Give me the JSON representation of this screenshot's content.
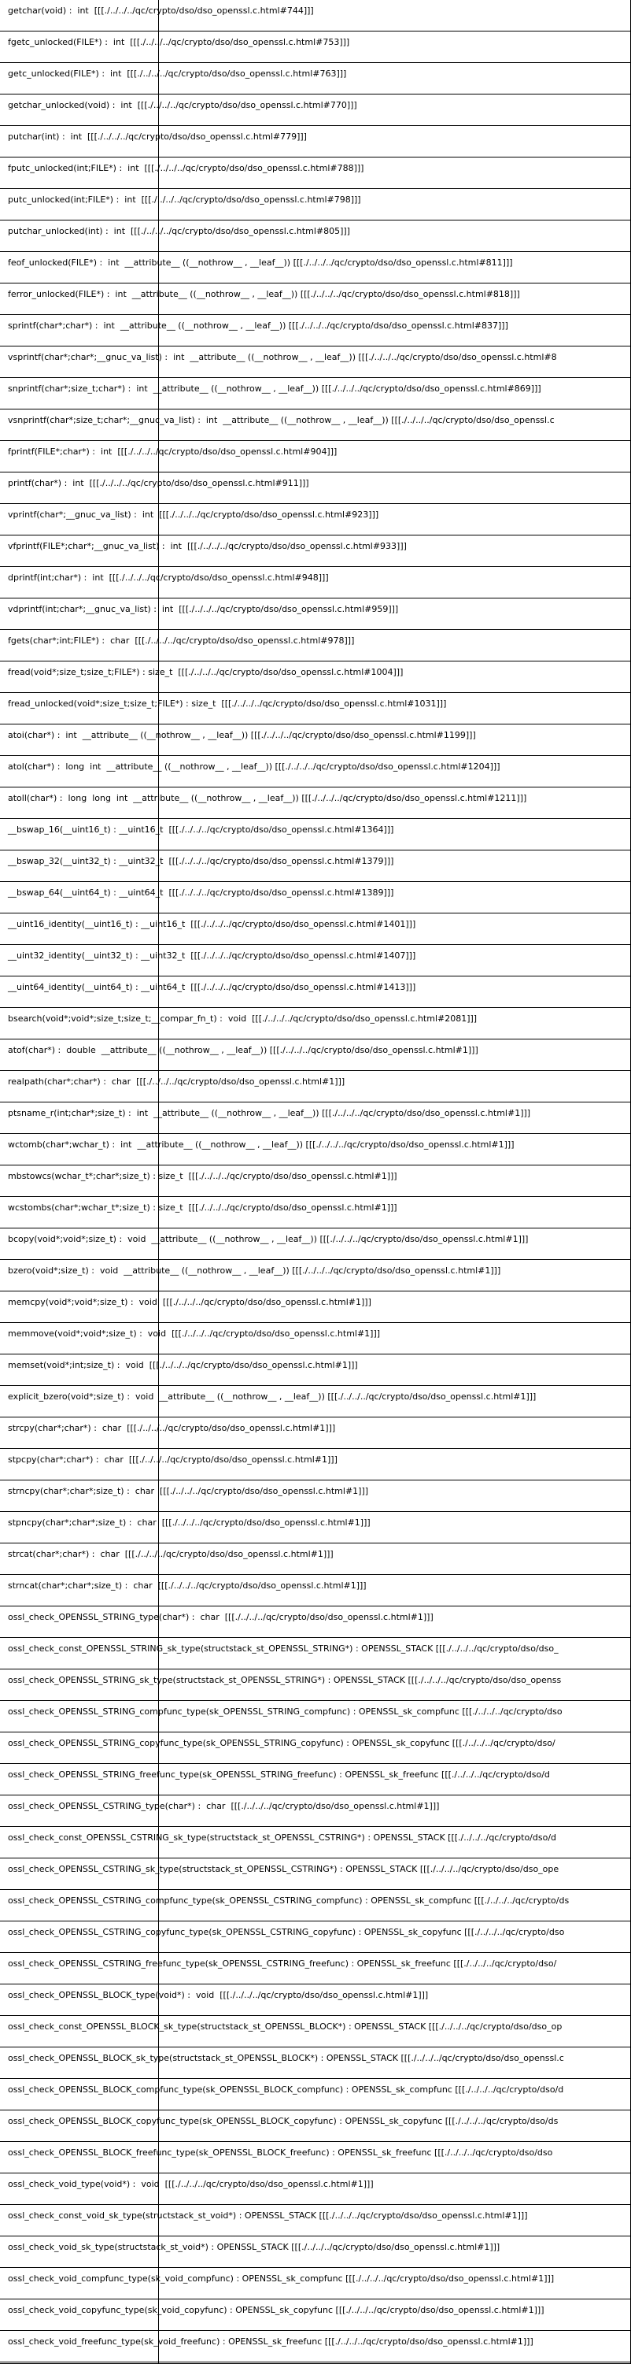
{
  "entries": [
    "getchar(void) :  int  [[[./../../../qc/crypto/dso/dso_openssl.c.html#744]]]",
    "fgetc_unlocked(FILE*) :  int  [[[./../../../qc/crypto/dso/dso_openssl.c.html#753]]]",
    "getc_unlocked(FILE*) :  int  [[[./../../../qc/crypto/dso/dso_openssl.c.html#763]]]",
    "getchar_unlocked(void) :  int  [[[./../../../qc/crypto/dso/dso_openssl.c.html#770]]]",
    "putchar(int) :  int  [[[./../../../qc/crypto/dso/dso_openssl.c.html#779]]]",
    "fputc_unlocked(int;FILE*) :  int  [[[./../../../qc/crypto/dso/dso_openssl.c.html#788]]]",
    "putc_unlocked(int;FILE*) :  int  [[[./../../../qc/crypto/dso/dso_openssl.c.html#798]]]",
    "putchar_unlocked(int) :  int  [[[./../../../qc/crypto/dso/dso_openssl.c.html#805]]]",
    "feof_unlocked(FILE*) :  int  __attribute__ ((__nothrow__ , __leaf__)) [[[./../../../qc/crypto/dso/dso_openssl.c.html#811]]]",
    "ferror_unlocked(FILE*) :  int  __attribute__ ((__nothrow__ , __leaf__)) [[[./../../../qc/crypto/dso/dso_openssl.c.html#818]]]",
    "sprintf(char*;char*) :  int  __attribute__ ((__nothrow__ , __leaf__)) [[[./../../../qc/crypto/dso/dso_openssl.c.html#837]]]",
    "vsprintf(char*;char*;__gnuc_va_list) :  int  __attribute__ ((__nothrow__ , __leaf__)) [[[./../../../qc/crypto/dso/dso_openssl.c.html#8",
    "snprintf(char*;size_t;char*) :  int  __attribute__ ((__nothrow__ , __leaf__)) [[[./../../../qc/crypto/dso/dso_openssl.c.html#869]]]",
    "vsnprintf(char*;size_t;char*;__gnuc_va_list) :  int  __attribute__ ((__nothrow__ , __leaf__)) [[[./../../../qc/crypto/dso/dso_openssl.c",
    "fprintf(FILE*;char*) :  int  [[[./../../../qc/crypto/dso/dso_openssl.c.html#904]]]",
    "printf(char*) :  int  [[[./../../../qc/crypto/dso/dso_openssl.c.html#911]]]",
    "vprintf(char*;__gnuc_va_list) :  int  [[[./../../../qc/crypto/dso/dso_openssl.c.html#923]]]",
    "vfprintf(FILE*;char*;__gnuc_va_list) :  int  [[[./../../../qc/crypto/dso/dso_openssl.c.html#933]]]",
    "dprintf(int;char*) :  int  [[[./../../../qc/crypto/dso/dso_openssl.c.html#948]]]",
    "vdprintf(int;char*;__gnuc_va_list) :  int  [[[./../../../qc/crypto/dso/dso_openssl.c.html#959]]]",
    "fgets(char*;int;FILE*) :  char  [[[./../../../qc/crypto/dso/dso_openssl.c.html#978]]]",
    "fread(void*;size_t;size_t;FILE*) : size_t  [[[./../../../qc/crypto/dso/dso_openssl.c.html#1004]]]",
    "fread_unlocked(void*;size_t;size_t;FILE*) : size_t  [[[./../../../qc/crypto/dso/dso_openssl.c.html#1031]]]",
    "atoi(char*) :  int  __attribute__ ((__nothrow__ , __leaf__)) [[[./../../../qc/crypto/dso/dso_openssl.c.html#1199]]]",
    "atol(char*) :  long  int  __attribute__ ((__nothrow__ , __leaf__)) [[[./../../../qc/crypto/dso/dso_openssl.c.html#1204]]]",
    "atoll(char*) :  long  long  int  __attribute__ ((__nothrow__ , __leaf__)) [[[./../../../qc/crypto/dso/dso_openssl.c.html#1211]]]",
    "__bswap_16(__uint16_t) : __uint16_t  [[[./../../../qc/crypto/dso/dso_openssl.c.html#1364]]]",
    "__bswap_32(__uint32_t) : __uint32_t  [[[./../../../qc/crypto/dso/dso_openssl.c.html#1379]]]",
    "__bswap_64(__uint64_t) : __uint64_t  [[[./../../../qc/crypto/dso/dso_openssl.c.html#1389]]]",
    "__uint16_identity(__uint16_t) : __uint16_t  [[[./../../../qc/crypto/dso/dso_openssl.c.html#1401]]]",
    "__uint32_identity(__uint32_t) : __uint32_t  [[[./../../../qc/crypto/dso/dso_openssl.c.html#1407]]]",
    "__uint64_identity(__uint64_t) : __uint64_t  [[[./../../../qc/crypto/dso/dso_openssl.c.html#1413]]]",
    "bsearch(void*;void*;size_t;size_t;__compar_fn_t) :  void  [[[./../../../qc/crypto/dso/dso_openssl.c.html#2081]]]",
    "atof(char*) :  double  __attribute__ ((__nothrow__ , __leaf__)) [[[./../../../qc/crypto/dso/dso_openssl.c.html#1]]]",
    "realpath(char*;char*) :  char  [[[./../../../qc/crypto/dso/dso_openssl.c.html#1]]]",
    "ptsname_r(int;char*;size_t) :  int  __attribute__ ((__nothrow__ , __leaf__)) [[[./../../../qc/crypto/dso/dso_openssl.c.html#1]]]",
    "wctomb(char*;wchar_t) :  int  __attribute__ ((__nothrow__ , __leaf__)) [[[./../../../qc/crypto/dso/dso_openssl.c.html#1]]]",
    "mbstowcs(wchar_t*;char*;size_t) : size_t  [[[./../../../qc/crypto/dso/dso_openssl.c.html#1]]]",
    "wcstombs(char*;wchar_t*;size_t) : size_t  [[[./../../../qc/crypto/dso/dso_openssl.c.html#1]]]",
    "bcopy(void*;void*;size_t) :  void  __attribute__ ((__nothrow__ , __leaf__)) [[[./../../../qc/crypto/dso/dso_openssl.c.html#1]]]",
    "bzero(void*;size_t) :  void  __attribute__ ((__nothrow__ , __leaf__)) [[[./../../../qc/crypto/dso/dso_openssl.c.html#1]]]",
    "memcpy(void*;void*;size_t) :  void  [[[./../../../qc/crypto/dso/dso_openssl.c.html#1]]]",
    "memmove(void*;void*;size_t) :  void  [[[./../../../qc/crypto/dso/dso_openssl.c.html#1]]]",
    "memset(void*;int;size_t) :  void  [[[./../../../qc/crypto/dso/dso_openssl.c.html#1]]]",
    "explicit_bzero(void*;size_t) :  void  __attribute__ ((__nothrow__ , __leaf__)) [[[./../../../qc/crypto/dso/dso_openssl.c.html#1]]]",
    "strcpy(char*;char*) :  char  [[[./../../../qc/crypto/dso/dso_openssl.c.html#1]]]",
    "stpcpy(char*;char*) :  char  [[[./../../../qc/crypto/dso/dso_openssl.c.html#1]]]",
    "strncpy(char*;char*;size_t) :  char  [[[./../../../qc/crypto/dso/dso_openssl.c.html#1]]]",
    "stpncpy(char*;char*;size_t) :  char  [[[./../../../qc/crypto/dso/dso_openssl.c.html#1]]]",
    "strcat(char*;char*) :  char  [[[./../../../qc/crypto/dso/dso_openssl.c.html#1]]]",
    "strncat(char*;char*;size_t) :  char  [[[./../../../qc/crypto/dso/dso_openssl.c.html#1]]]",
    "ossl_check_OPENSSL_STRING_type(char*) :  char  [[[./../../../qc/crypto/dso/dso_openssl.c.html#1]]]",
    "ossl_check_const_OPENSSL_STRING_sk_type(structstack_st_OPENSSL_STRING*) : OPENSSL_STACK [[[./../../../qc/crypto/dso/dso_",
    "ossl_check_OPENSSL_STRING_sk_type(structstack_st_OPENSSL_STRING*) : OPENSSL_STACK [[[./../../../qc/crypto/dso/dso_openss",
    "ossl_check_OPENSSL_STRING_compfunc_type(sk_OPENSSL_STRING_compfunc) : OPENSSL_sk_compfunc [[[./../../../qc/crypto/dso",
    "ossl_check_OPENSSL_STRING_copyfunc_type(sk_OPENSSL_STRING_copyfunc) : OPENSSL_sk_copyfunc [[[./../../../qc/crypto/dso/",
    "ossl_check_OPENSSL_STRING_freefunc_type(sk_OPENSSL_STRING_freefunc) : OPENSSL_sk_freefunc [[[./../../../qc/crypto/dso/d",
    "ossl_check_OPENSSL_CSTRING_type(char*) :  char  [[[./../../../qc/crypto/dso/dso_openssl.c.html#1]]]",
    "ossl_check_const_OPENSSL_CSTRING_sk_type(structstack_st_OPENSSL_CSTRING*) : OPENSSL_STACK [[[./../../../qc/crypto/dso/d",
    "ossl_check_OPENSSL_CSTRING_sk_type(structstack_st_OPENSSL_CSTRING*) : OPENSSL_STACK [[[./../../../qc/crypto/dso/dso_ope",
    "ossl_check_OPENSSL_CSTRING_compfunc_type(sk_OPENSSL_CSTRING_compfunc) : OPENSSL_sk_compfunc [[[./../../../qc/crypto/ds",
    "ossl_check_OPENSSL_CSTRING_copyfunc_type(sk_OPENSSL_CSTRING_copyfunc) : OPENSSL_sk_copyfunc [[[./../../../qc/crypto/dso",
    "ossl_check_OPENSSL_CSTRING_freefunc_type(sk_OPENSSL_CSTRING_freefunc) : OPENSSL_sk_freefunc [[[./../../../qc/crypto/dso/",
    "ossl_check_OPENSSL_BLOCK_type(void*) :  void  [[[./../../../qc/crypto/dso/dso_openssl.c.html#1]]]",
    "ossl_check_const_OPENSSL_BLOCK_sk_type(structstack_st_OPENSSL_BLOCK*) : OPENSSL_STACK [[[./../../../qc/crypto/dso/dso_op",
    "ossl_check_OPENSSL_BLOCK_sk_type(structstack_st_OPENSSL_BLOCK*) : OPENSSL_STACK [[[./../../../qc/crypto/dso/dso_openssl.c",
    "ossl_check_OPENSSL_BLOCK_compfunc_type(sk_OPENSSL_BLOCK_compfunc) : OPENSSL_sk_compfunc [[[./../../../qc/crypto/dso/d",
    "ossl_check_OPENSSL_BLOCK_copyfunc_type(sk_OPENSSL_BLOCK_copyfunc) : OPENSSL_sk_copyfunc [[[./../../../qc/crypto/dso/ds",
    "ossl_check_OPENSSL_BLOCK_freefunc_type(sk_OPENSSL_BLOCK_freefunc) : OPENSSL_sk_freefunc [[[./../../../qc/crypto/dso/dso",
    "ossl_check_void_type(void*) :  void  [[[./../../../qc/crypto/dso/dso_openssl.c.html#1]]]",
    "ossl_check_const_void_sk_type(structstack_st_void*) : OPENSSL_STACK [[[./../../../qc/crypto/dso/dso_openssl.c.html#1]]]",
    "ossl_check_void_sk_type(structstack_st_void*) : OPENSSL_STACK [[[./../../../qc/crypto/dso/dso_openssl.c.html#1]]]",
    "ossl_check_void_compfunc_type(sk_void_compfunc) : OPENSSL_sk_compfunc [[[./../../../qc/crypto/dso/dso_openssl.c.html#1]]]",
    "ossl_check_void_copyfunc_type(sk_void_copyfunc) : OPENSSL_sk_copyfunc [[[./../../../qc/crypto/dso/dso_openssl.c.html#1]]]",
    "ossl_check_void_freefunc_type(sk_void_freefunc) : OPENSSL_sk_freefunc [[[./../../../qc/crypto/dso/dso_openssl.c.html#1]]]"
  ]
}
